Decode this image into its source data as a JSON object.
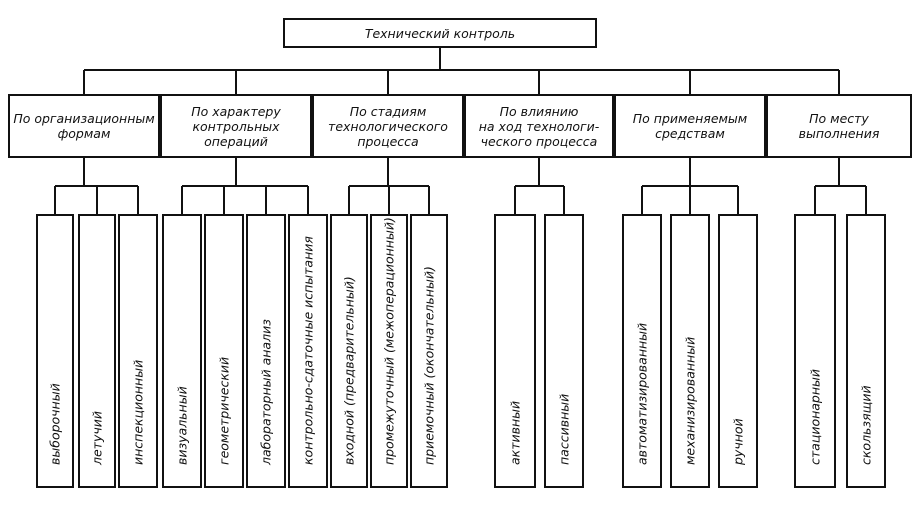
{
  "root": {
    "label": "Технический контроль"
  },
  "categories": [
    {
      "label": "По организационным\nформам",
      "items": [
        "выборочный",
        "летучий",
        "инспекционный"
      ]
    },
    {
      "label": "По характеру\nконтрольных\nопераций",
      "items": [
        "визуальный",
        "геометрический",
        "лабораторный анализ",
        "контрольно-сдаточные испытания"
      ]
    },
    {
      "label": "По стадиям\nтехнологического\nпроцесса",
      "items": [
        "входной (предварительный)",
        "промежуточный (межоперационный)",
        "приемочный (окончательный)"
      ]
    },
    {
      "label": "По влиянию\nна ход технологи-\nческого процесса",
      "items": [
        "активный",
        "пассивный"
      ]
    },
    {
      "label": "По применяемым\nсредствам",
      "items": [
        "автоматизированный",
        "механизированный",
        "ручной"
      ]
    },
    {
      "label": "По месту\nвыполнения",
      "items": [
        "стационарный",
        "скользящий"
      ]
    }
  ]
}
